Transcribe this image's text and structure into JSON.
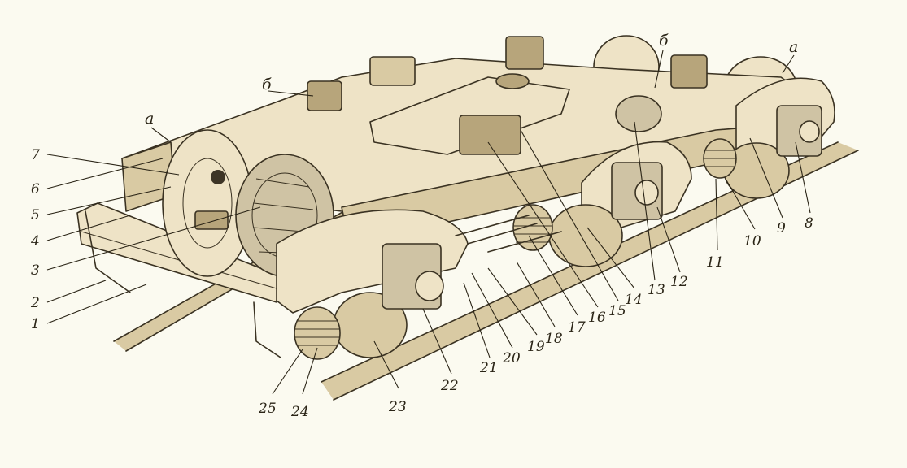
{
  "figure": {
    "part_numbers": [
      "1",
      "2",
      "3",
      "4",
      "5",
      "6",
      "7",
      "8",
      "9",
      "10",
      "11",
      "12",
      "13",
      "14",
      "15",
      "16",
      "17",
      "18",
      "19",
      "20",
      "21",
      "22",
      "23",
      "24",
      "25"
    ],
    "letter_labels": [
      "а",
      "а",
      "б",
      "б"
    ]
  },
  "colors": {
    "paper": "#fbfaf0",
    "ink": "#2a2416",
    "frame": "#eee3c6",
    "shade": "#d9caa3"
  }
}
